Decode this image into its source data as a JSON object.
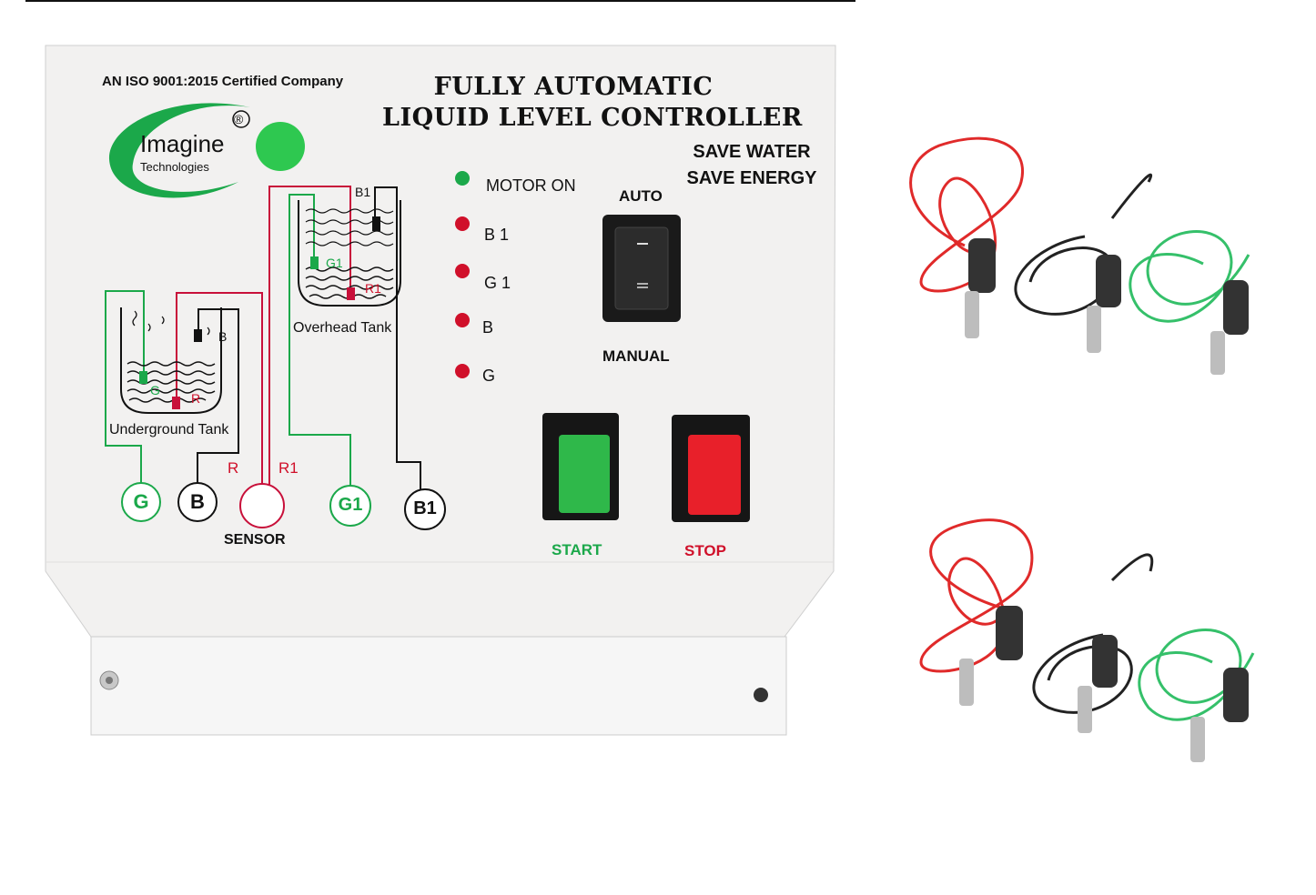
{
  "panel": {
    "certification": "AN ISO 9001:2015 Certified Company",
    "title_line1": "FULLY AUTOMATIC",
    "title_line2": "LIQUID LEVEL CONTROLLER",
    "slogan_line1": "SAVE WATER",
    "slogan_line2": "SAVE ENERGY",
    "brand_name": "Imagine",
    "brand_sub": "Technologies",
    "registered_mark": "®"
  },
  "indicators": [
    {
      "label": "MOTOR ON",
      "color": "#1ba84a"
    },
    {
      "label": "B 1",
      "color": "#d0102a"
    },
    {
      "label": "G 1",
      "color": "#d0102a"
    },
    {
      "label": "B",
      "color": "#d0102a"
    },
    {
      "label": "G",
      "color": "#d0102a"
    }
  ],
  "mode_switch": {
    "top_label": "AUTO",
    "bottom_label": "MANUAL"
  },
  "buttons": {
    "start_label": "START",
    "stop_label": "STOP",
    "start_color": "#2fb84a",
    "stop_color": "#e8202a"
  },
  "diagram": {
    "underground_tank_label": "Underground Tank",
    "overhead_tank_label": "Overhead Tank",
    "probe_g": "G",
    "probe_r": "R",
    "probe_b": "B",
    "probe_g1": "G1",
    "probe_r1": "R1",
    "probe_b1": "B1",
    "wire_r": "R",
    "wire_r1": "R1"
  },
  "terminals": {
    "g": "G",
    "b": "B",
    "g1": "G1",
    "b1": "B1",
    "sensor": "SENSOR"
  },
  "colors": {
    "panel": "#f2f1f0",
    "wire_green": "#1ba84a",
    "wire_red": "#c8103a",
    "wire_black": "#111111"
  }
}
